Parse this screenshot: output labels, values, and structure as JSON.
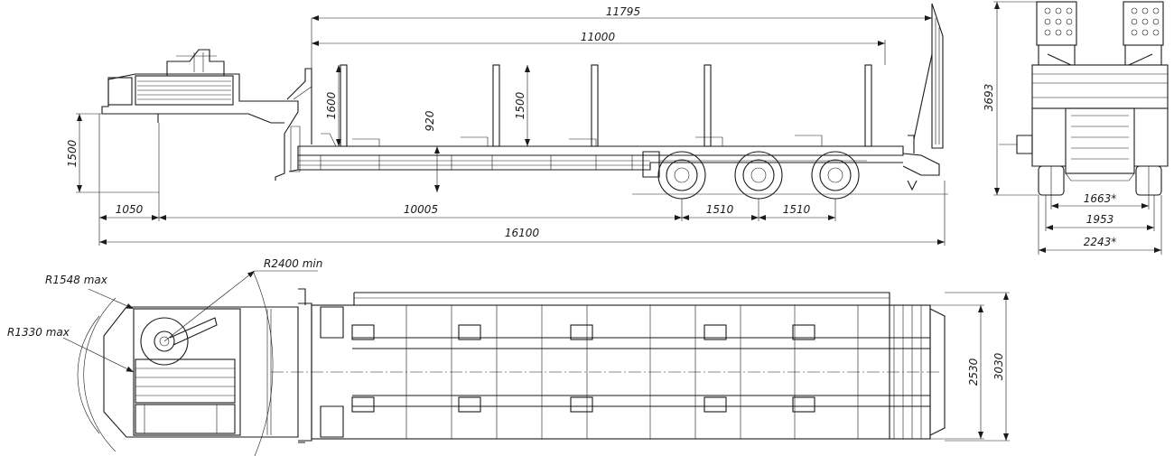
{
  "dimensions": {
    "overall_height_side": "11795",
    "deck_length": "11000",
    "stake_height_front": "1600",
    "stake_height_mid": "1500",
    "deck_height": "920",
    "fifth_wheel_height": "1500",
    "kingpin_offset": "1050",
    "kingpin_to_axle": "10005",
    "overall_length": "16100",
    "axle_spacing_1": "1510",
    "axle_spacing_2": "1510",
    "overall_height_rear": "3693",
    "track_inner": "1663*",
    "track": "1953",
    "overall_width_rear": "2243*",
    "swing_radius": "R2400 min",
    "front_radius_outer": "R1548 max",
    "front_radius_inner": "R1330 max",
    "deck_width": "2530",
    "overall_width": "3030"
  }
}
